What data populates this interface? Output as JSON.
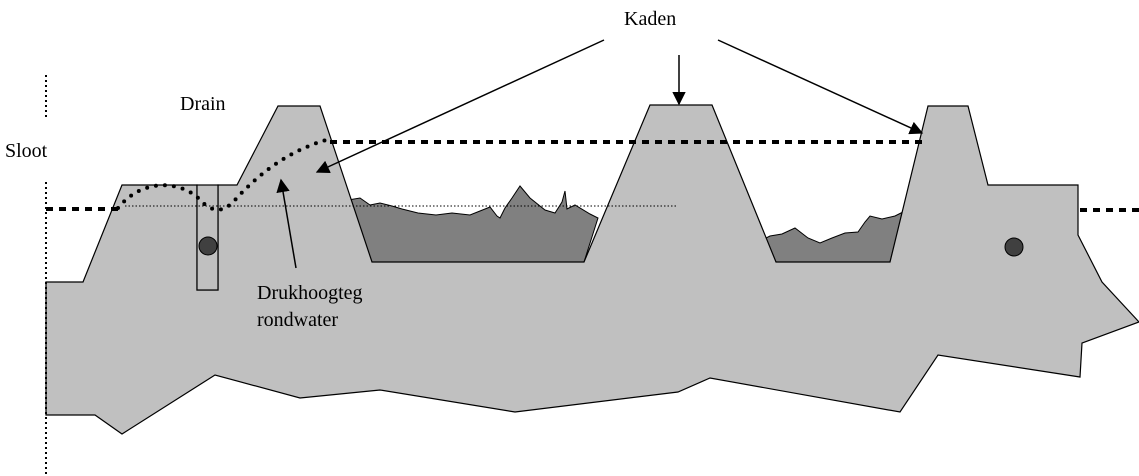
{
  "labels": {
    "sloot": "Sloot",
    "drain": "Drain",
    "kaden": "Kaden",
    "drukhoogte_line1": "Drukhoogteg",
    "drukhoogte_line2": "rondwater"
  },
  "colors": {
    "soil": "#c0c0c0",
    "water_surface": "#808080",
    "drain_dot": "#404040",
    "line": "#000000",
    "background": "#ffffff"
  }
}
